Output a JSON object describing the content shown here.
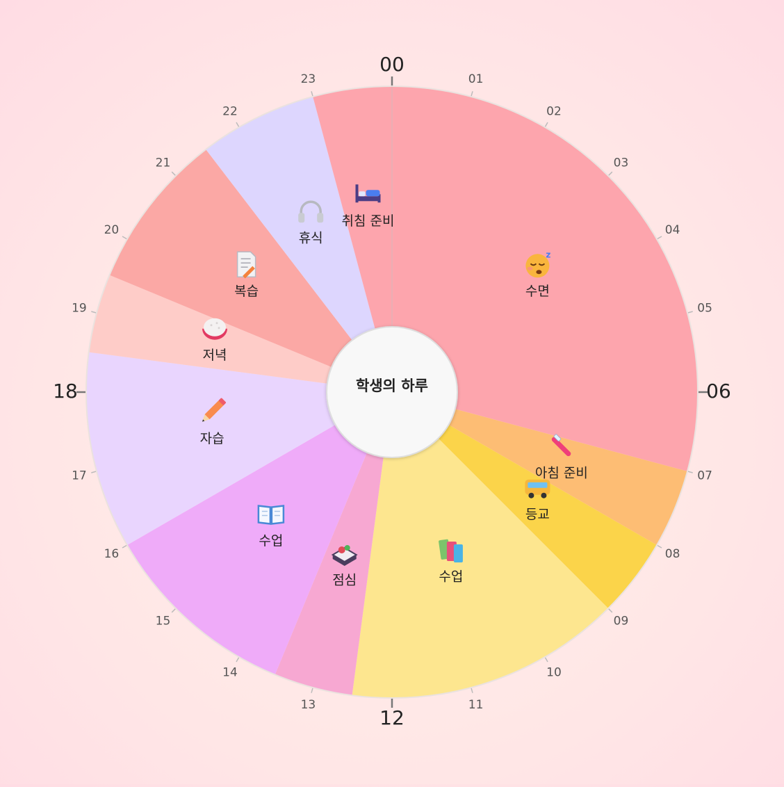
{
  "chart_data": {
    "type": "pie",
    "title": "학생의 하루",
    "start_hour": 0,
    "segments": [
      {
        "label": "수면",
        "start": 0,
        "end": 7,
        "color": "#fda5ad",
        "icon": "sleeping-face-icon"
      },
      {
        "label": "아침 준비",
        "start": 7,
        "end": 8,
        "color": "#fdbd74",
        "icon": "toothbrush-icon"
      },
      {
        "label": "등교",
        "start": 8,
        "end": 9,
        "color": "#fbd44a",
        "icon": "bus-icon"
      },
      {
        "label": "수업",
        "start": 9,
        "end": 12.5,
        "color": "#fde68f",
        "icon": "books-icon"
      },
      {
        "label": "점심",
        "start": 12.5,
        "end": 13.5,
        "color": "#f7a8d2",
        "icon": "bento-icon"
      },
      {
        "label": "수업",
        "start": 13.5,
        "end": 16,
        "color": "#efabf9",
        "icon": "open-book-icon"
      },
      {
        "label": "자습",
        "start": 16,
        "end": 18.5,
        "color": "#e9d5fe",
        "icon": "pencil-icon"
      },
      {
        "label": "저녁",
        "start": 18.5,
        "end": 19.5,
        "color": "#feccc8",
        "icon": "rice-bowl-icon"
      },
      {
        "label": "복습",
        "start": 19.5,
        "end": 21.5,
        "color": "#fba8a5",
        "icon": "memo-icon"
      },
      {
        "label": "휴식",
        "start": 21.5,
        "end": 23,
        "color": "#ddd6fe",
        "icon": "headphones-icon"
      },
      {
        "label": "취침 준비",
        "start": 23,
        "end": 24,
        "color": "#fda5ad",
        "icon": "bed-icon"
      }
    ],
    "hour_labels": [
      "00",
      "01",
      "02",
      "03",
      "04",
      "05",
      "06",
      "07",
      "08",
      "09",
      "10",
      "11",
      "12",
      "13",
      "14",
      "15",
      "16",
      "17",
      "18",
      "19",
      "20",
      "21",
      "22",
      "23"
    ],
    "major_hours": [
      "00",
      "06",
      "12",
      "18"
    ]
  }
}
